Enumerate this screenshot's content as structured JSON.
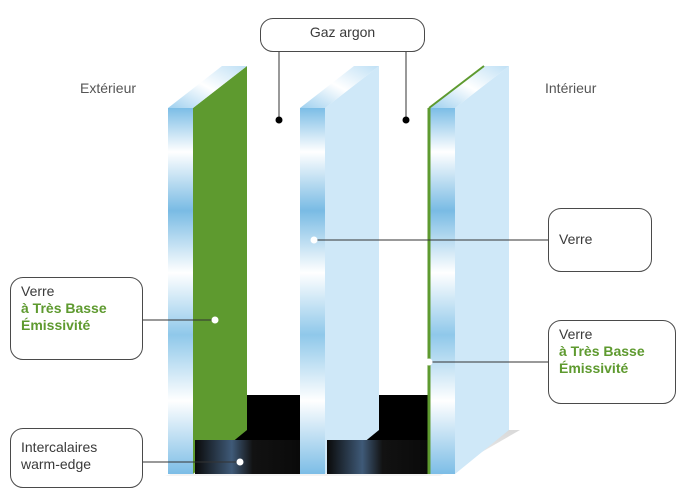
{
  "labels": {
    "exterior": "Extérieur",
    "interior": "Intérieur",
    "gas": "Gaz argon",
    "glass": "Verre",
    "low_e_left": {
      "line1": "Verre",
      "line2": "à Très Basse",
      "line3": "Émissivité"
    },
    "low_e_right": {
      "line1": "Verre",
      "line2": "à Très Basse",
      "line3": "Émissivité"
    },
    "spacers": {
      "line1": "Intercalaires",
      "line2": "warm-edge"
    }
  },
  "colors": {
    "coating_green": "#5e9a2f",
    "glass_light": "#cfe8f8",
    "glass_edge": "#9fd0ee",
    "spacer_dark": "#111111",
    "label_green": "#5e9a2f"
  }
}
